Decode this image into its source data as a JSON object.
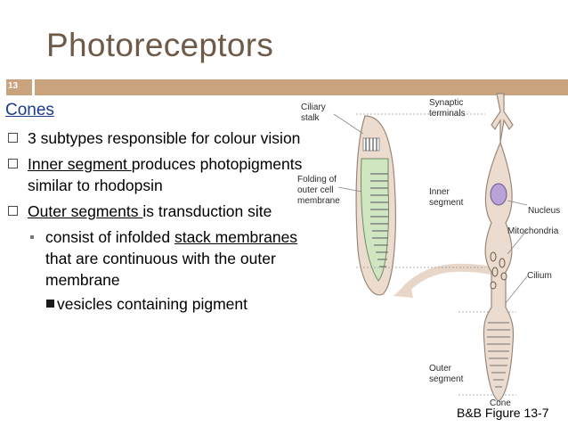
{
  "slide": {
    "title": "Photoreceptors",
    "number": "13",
    "heading": "Cones",
    "bullets": [
      {
        "text": "3 subtypes responsible for colour vision"
      },
      {
        "underlined": "Inner segment ",
        "rest": "produces photopigments similar to rhodopsin"
      },
      {
        "underlined": "Outer segments ",
        "rest": "is transduction site"
      }
    ],
    "sub_bullet": {
      "before": "consist of infolded ",
      "underlined": "stack membranes",
      "after": " that are continuous with the outer membrane"
    },
    "sub_sub_bullet": "vesicles containing pigment",
    "caption": "B&B Figure 13-7",
    "colors": {
      "title": "#6f5a48",
      "bar": "#c9a27e",
      "heading": "#1a3c8a"
    }
  },
  "figure_labels": {
    "ciliary_stalk_1": "Ciliary",
    "ciliary_stalk_2": "stalk",
    "folding_1": "Folding of",
    "folding_2": "outer cell",
    "folding_3": "membrane",
    "synaptic_1": "Synaptic",
    "synaptic_2": "terminals",
    "inner_1": "Inner",
    "inner_2": "segment",
    "nucleus": "Nucleus",
    "mitochondria": "Mitochondria",
    "cilium": "Cilium",
    "outer_1": "Outer",
    "outer_2": "segment",
    "cone": "Cone"
  }
}
